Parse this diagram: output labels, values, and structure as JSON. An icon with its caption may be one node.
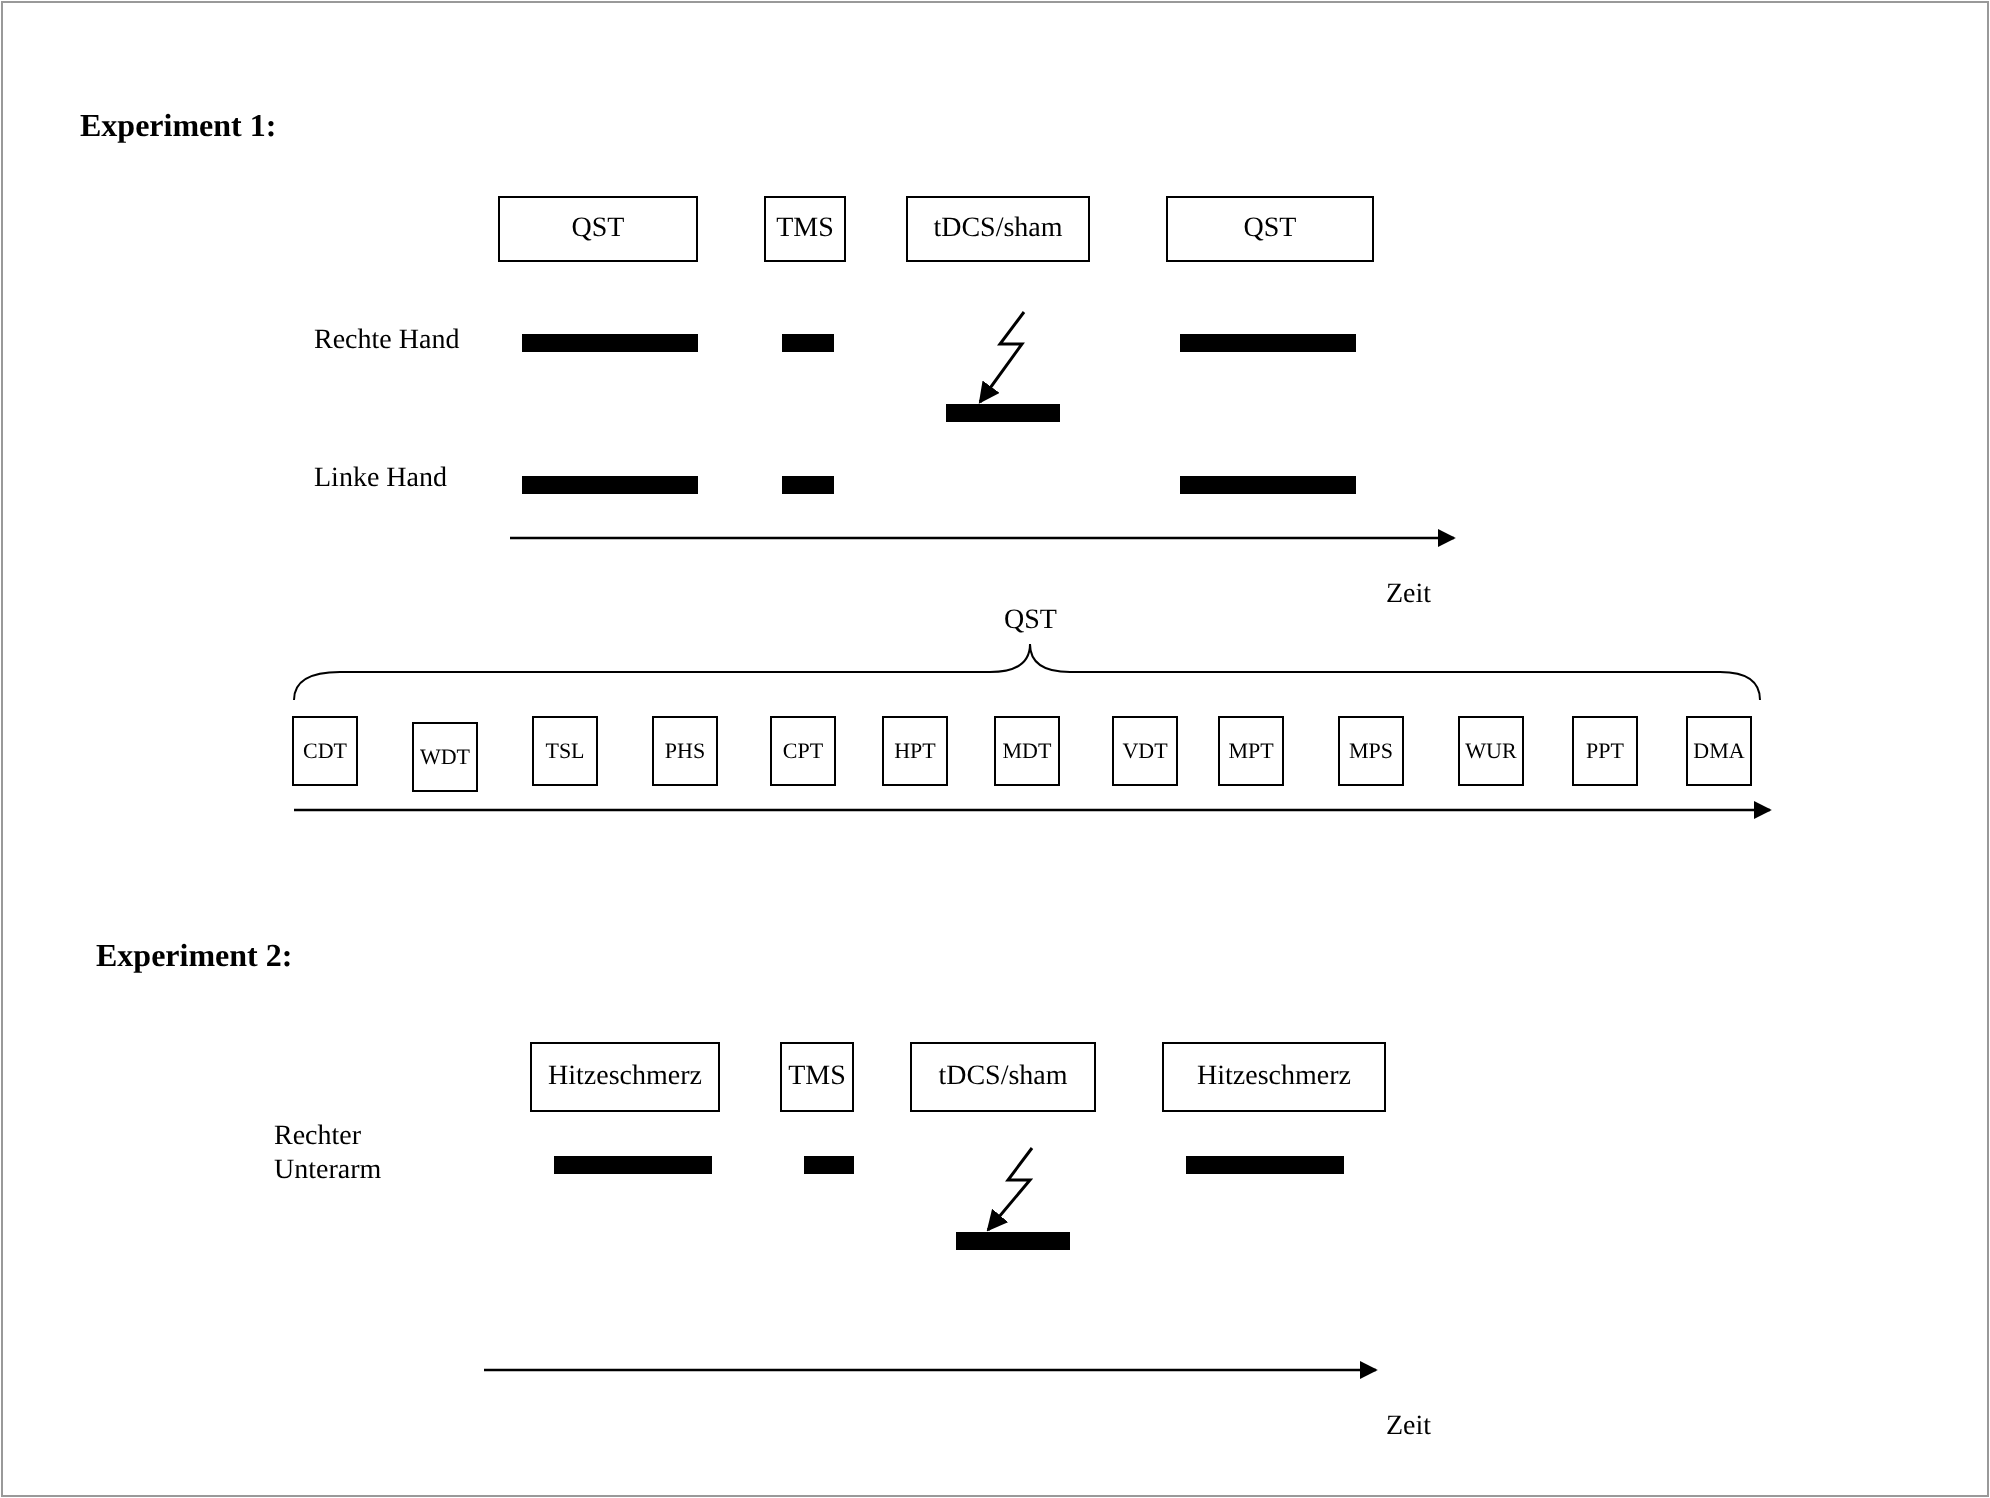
{
  "diagram": {
    "nodes": [
      {
        "text": [
          "QST"
        ]
      },
      {
        "text": [
          "TMS"
        ]
      },
      {
        "text": [
          "tDCS/sham"
        ]
      },
      {
        "text": [
          "QST"
        ]
      },
      {
        "text": [],
        "shape": "bar"
      },
      {
        "text": [],
        "shape": "bar"
      },
      {
        "text": [],
        "shape": "bar"
      },
      {
        "text": [],
        "shape": "bar"
      },
      {
        "text": [],
        "shape": "bar"
      },
      {
        "text": [],
        "shape": "bar"
      },
      {
        "text": [],
        "shape": "bar"
      },
      {
        "text": [
          "CDT"
        ]
      },
      {
        "text": [
          "WDT"
        ]
      },
      {
        "text": [
          "TSL"
        ]
      },
      {
        "text": [
          "PHS"
        ]
      },
      {
        "text": [
          "CPT"
        ]
      },
      {
        "text": [
          "HPT"
        ]
      },
      {
        "text": [
          "MDT"
        ]
      },
      {
        "text": [
          "VDT"
        ]
      },
      {
        "text": [
          "MPT"
        ]
      },
      {
        "text": [
          "MPS"
        ]
      },
      {
        "text": [
          "WUR"
        ]
      },
      {
        "text": [
          "PPT"
        ]
      },
      {
        "text": [
          "DMA"
        ]
      },
      {
        "text": [
          "Hitzeschmerz"
        ]
      },
      {
        "text": [
          "TMS"
        ]
      },
      {
        "text": [
          "tDCS/sham"
        ]
      },
      {
        "text": [
          "Hitzeschmerz"
        ]
      },
      {
        "text": [],
        "shape": "bar"
      },
      {
        "text": [],
        "shape": "bar"
      },
      {
        "text": [],
        "shape": "bar"
      },
      {
        "text": [],
        "shape": "bar"
      }
    ],
    "edges": [
      {
        "from": null,
        "to": 7,
        "arrow": "to"
      },
      {
        "from": null,
        "to": 31,
        "arrow": "to"
      }
    ],
    "labels": [
      "Experiment 1:",
      "Rechte Hand",
      "Linke Hand",
      "Zeit",
      "QST",
      "Experiment 2:",
      "Rechter Unterarm",
      "Zeit"
    ]
  }
}
